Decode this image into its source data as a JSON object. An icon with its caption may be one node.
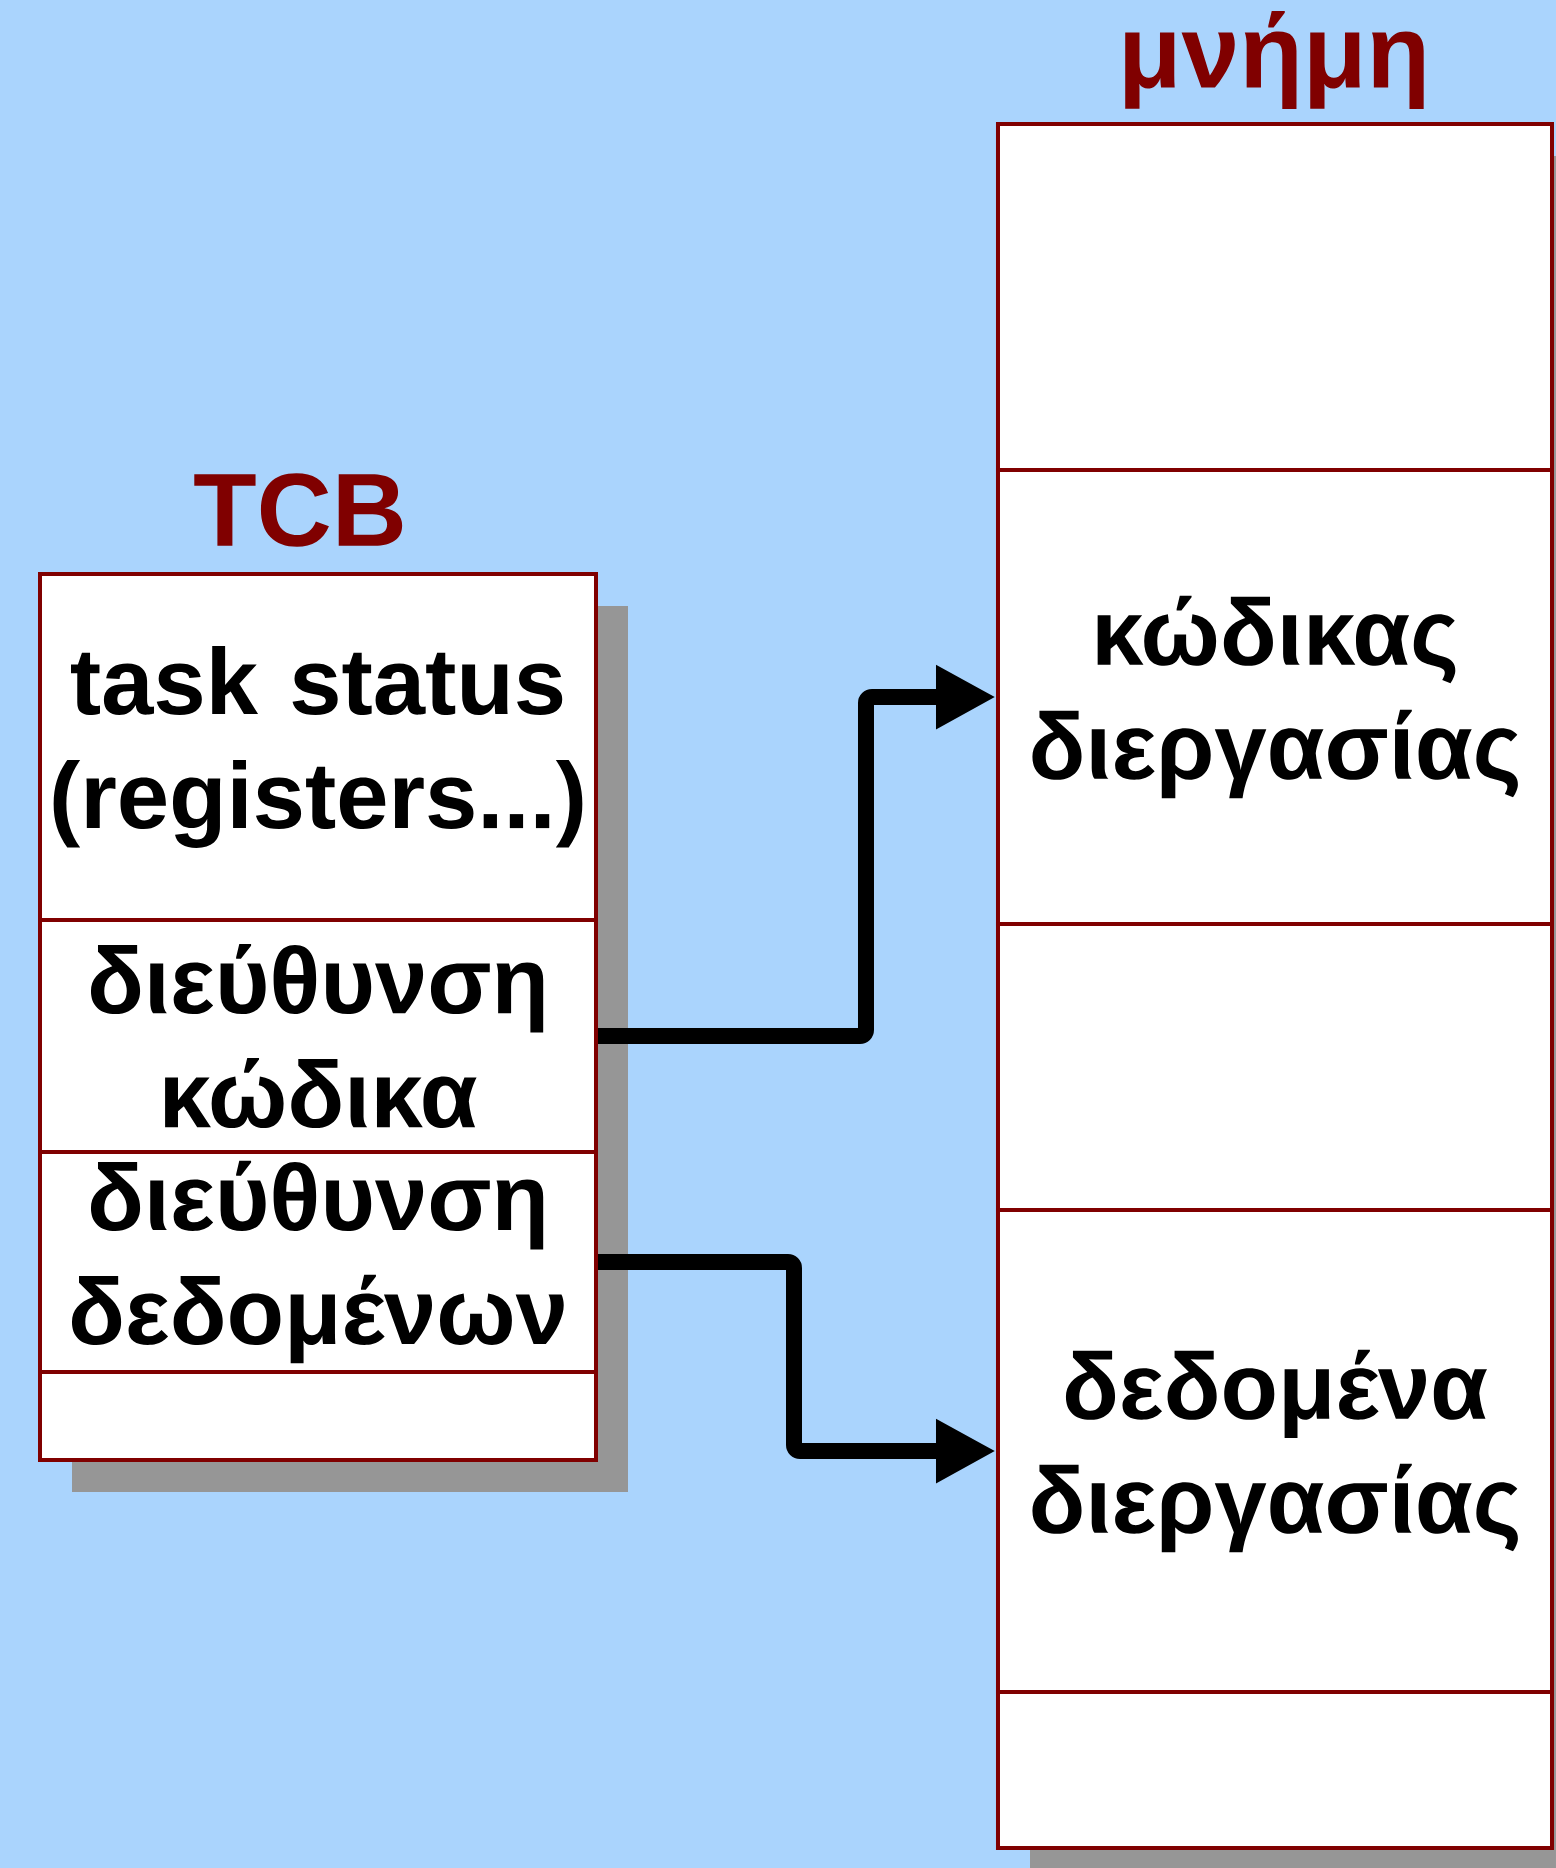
{
  "diagram": {
    "nodes": [
      {
        "text": [
          "TCB"
        ]
      },
      {
        "text": [
          "task status (registers...)"
        ],
        "in": 0
      },
      {
        "text": [
          "διεύθυνση κώδικα"
        ],
        "in": 0
      },
      {
        "text": [
          "διεύθυνση δεδομένων"
        ],
        "in": 0
      },
      {
        "text": [],
        "shape": "box",
        "in": 0
      },
      {
        "text": [
          "μνήμη"
        ]
      },
      {
        "text": [],
        "shape": "box",
        "in": 5
      },
      {
        "text": [
          "κώδικας διεργασίας"
        ],
        "in": 5
      },
      {
        "text": [],
        "shape": "box",
        "in": 5
      },
      {
        "text": [
          "δεδομένα διεργασίας"
        ],
        "in": 5
      },
      {
        "text": [],
        "shape": "box",
        "in": 5
      }
    ],
    "edges": [
      {
        "from": 2,
        "to": 7,
        "arrow": "to"
      },
      {
        "from": 3,
        "to": 9,
        "arrow": "to"
      }
    ]
  }
}
